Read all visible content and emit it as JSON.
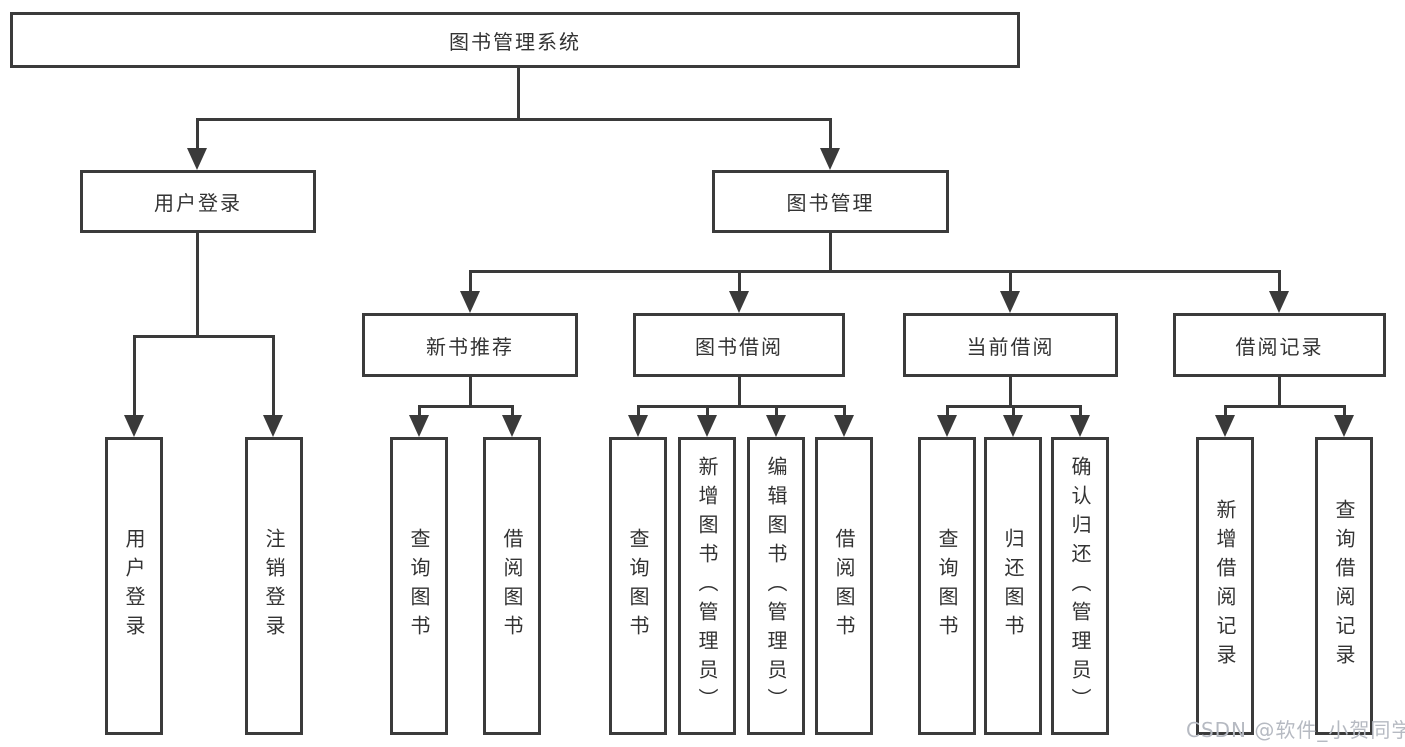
{
  "diagram": {
    "tree": {
      "label": "图书管理系统",
      "children": [
        {
          "label": "用户登录",
          "children": [
            {
              "label": "用户登录"
            },
            {
              "label": "注销登录"
            }
          ]
        },
        {
          "label": "图书管理",
          "children": [
            {
              "label": "新书推荐",
              "children": [
                {
                  "label": "查询图书"
                },
                {
                  "label": "借阅图书"
                }
              ]
            },
            {
              "label": "图书借阅",
              "children": [
                {
                  "label": "查询图书"
                },
                {
                  "label": "新增图书（管理员）"
                },
                {
                  "label": "编辑图书（管理员）"
                },
                {
                  "label": "借阅图书"
                }
              ]
            },
            {
              "label": "当前借阅",
              "children": [
                {
                  "label": "查询图书"
                },
                {
                  "label": "归还图书"
                },
                {
                  "label": "确认归还（管理员）"
                }
              ]
            },
            {
              "label": "借阅记录",
              "children": [
                {
                  "label": "新增借阅记录"
                },
                {
                  "label": "查询借阅记录"
                }
              ]
            }
          ]
        }
      ]
    },
    "colors": {
      "line": "#3a3a3a",
      "border": "#3b3b3b",
      "text": "#333333",
      "background": "#ffffff",
      "watermark_text_color": "#b6bac2"
    }
  },
  "watermark": {
    "text": "CSDN @软件_小贺同学"
  }
}
